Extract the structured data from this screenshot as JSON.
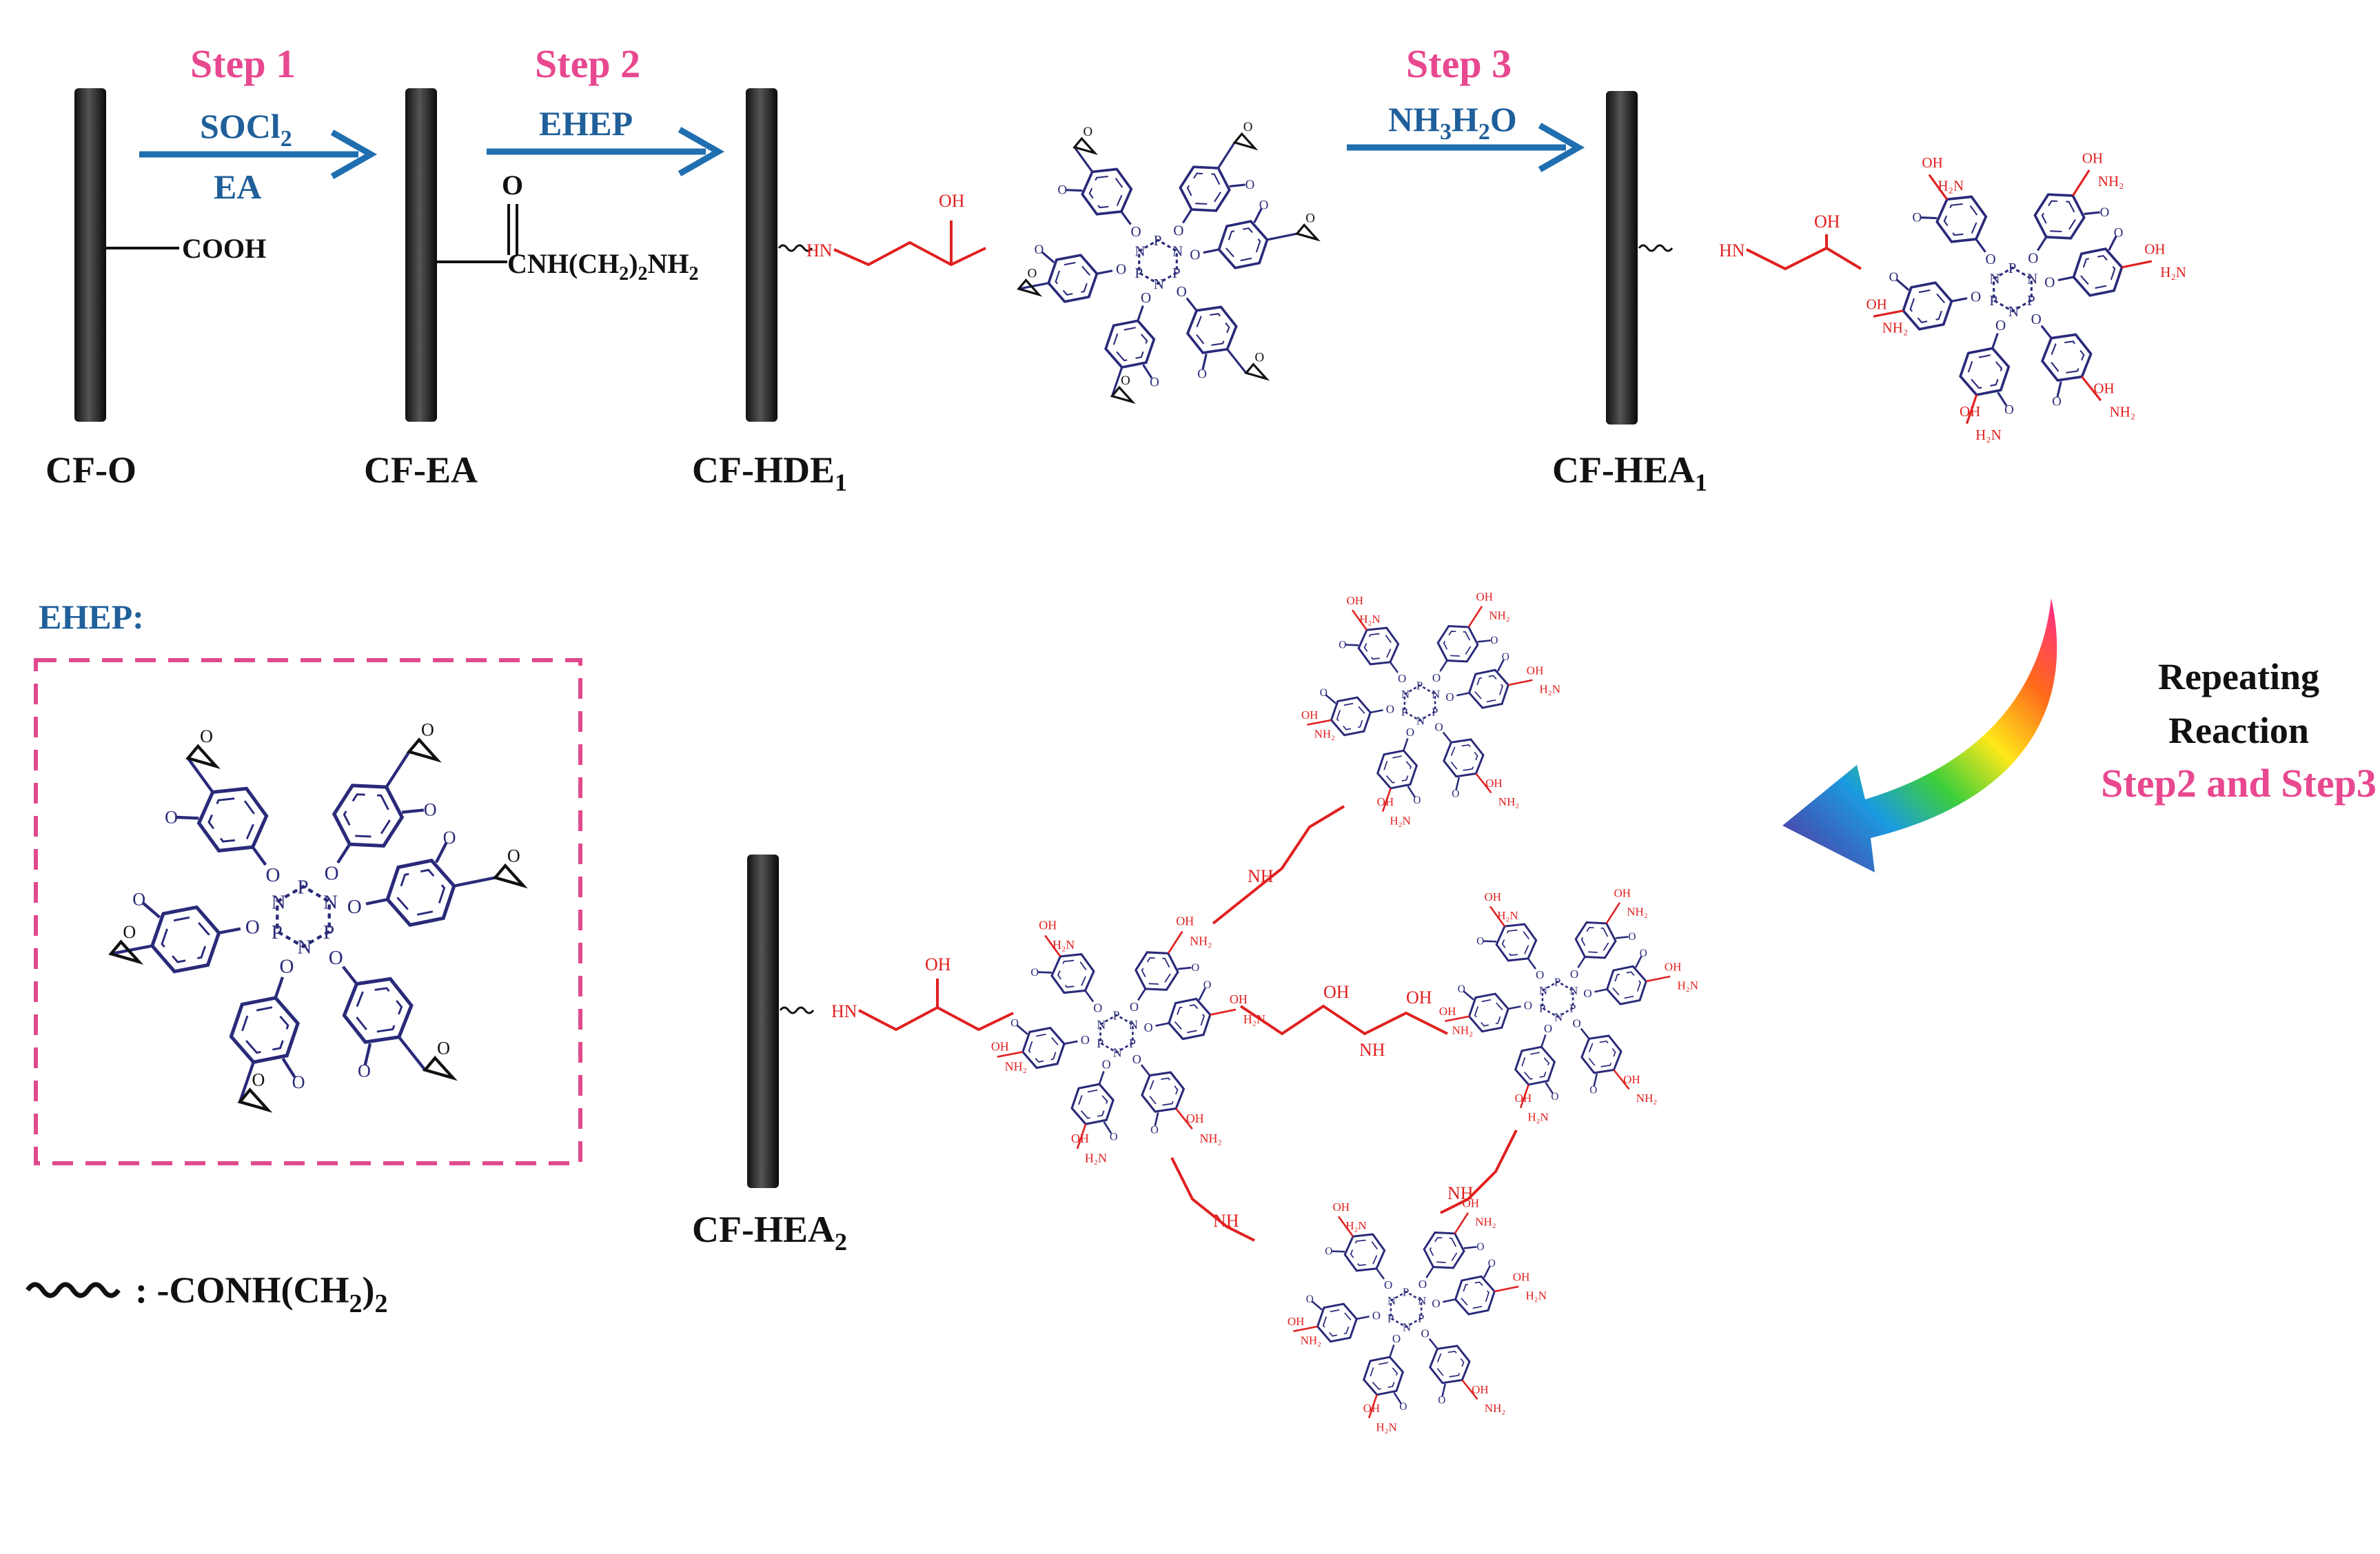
{
  "steps": {
    "step1": {
      "label": "Step 1",
      "reagent_top": "SOCl",
      "reagent_top_sub": "2",
      "reagent_bottom": "EA"
    },
    "step2": {
      "label": "Step 2",
      "reagent": "EHEP"
    },
    "step3": {
      "label": "Step 3",
      "reagent_a": "NH",
      "reagent_a_sub": "3",
      "reagent_b": "H",
      "reagent_b_sub": "2",
      "reagent_c": "O"
    }
  },
  "fibers": {
    "cf_o": {
      "name": "CF-O",
      "group": "COOH"
    },
    "cf_ea": {
      "name": "CF-EA",
      "carbonyl": "O",
      "group": "CNH(CH",
      "group_sub1": "2",
      "group_mid": ")",
      "group_sub2": "2",
      "group_end": "NH",
      "group_sub3": "2"
    },
    "cf_hde1": {
      "name": "CF-HDE",
      "sub": "1"
    },
    "cf_hea1": {
      "name": "CF-HEA",
      "sub": "1"
    },
    "cf_hea2": {
      "name": "CF-HEA",
      "sub": "2"
    }
  },
  "ehep_box": {
    "title": "EHEP:"
  },
  "legend": {
    "text": ": -CONH(CH",
    "sub1": "2",
    "close": ")",
    "sub2": "2"
  },
  "repeat": {
    "line1": "Repeating",
    "line2": "Reaction",
    "line3": "Step2 and Step3"
  },
  "atoms": {
    "P": "P",
    "N": "N",
    "O": "O",
    "OH": "OH",
    "NH2": "NH₂",
    "H2N": "H₂N",
    "HN": "HN",
    "NH": "NH"
  },
  "colors": {
    "step": "#e8488f",
    "reagent": "#1f5f9a",
    "arrow": "#1f6fb0",
    "core": "#2a2a7a",
    "amine": "#e02020",
    "box": "#e04a8c"
  }
}
